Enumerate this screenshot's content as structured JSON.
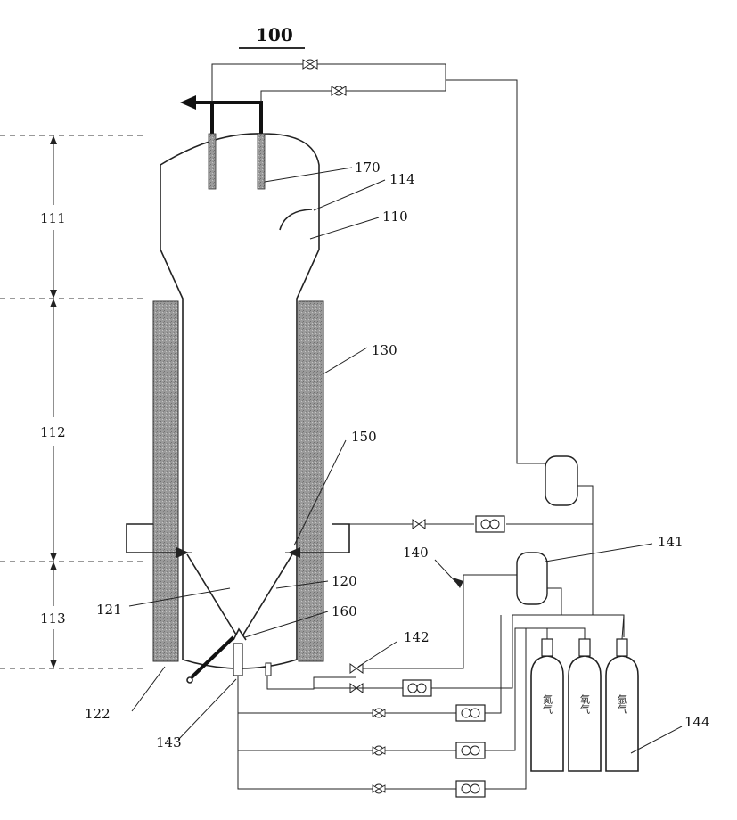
{
  "figure": {
    "title": "100",
    "zones": [
      {
        "id": "111",
        "label": "111"
      },
      {
        "id": "112",
        "label": "112"
      },
      {
        "id": "113",
        "label": "113"
      }
    ],
    "labels": {
      "l170": "170",
      "l114": "114",
      "l110": "110",
      "l130": "130",
      "l150": "150",
      "l141": "141",
      "l140": "140",
      "l120": "120",
      "l121": "121",
      "l160": "160",
      "l142": "142",
      "l122": "122",
      "l143": "143",
      "l144": "144"
    },
    "cylinders": [
      {
        "text": "氮气"
      },
      {
        "text": "氧气"
      },
      {
        "text": "氩气"
      }
    ]
  }
}
